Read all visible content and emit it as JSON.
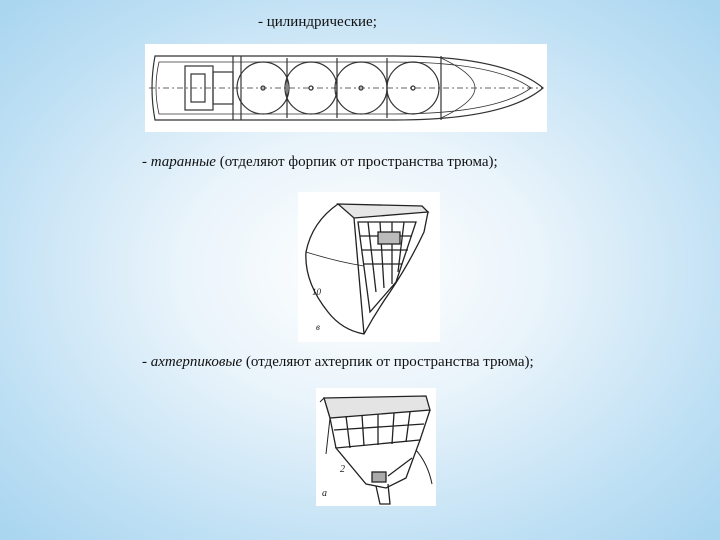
{
  "slide": {
    "line1": "- цилиндрические;",
    "line2": {
      "prefix": "- ",
      "term": "таранные",
      "rest": " (отделяют форпик от пространства трюма);"
    },
    "line3": {
      "prefix": "- ",
      "term": "ахтерпиковые",
      "rest": " (отделяют ахтерпик от пространства трюма);"
    },
    "fig2_labels": {
      "number": "10",
      "letter": "в"
    },
    "fig3_labels": {
      "number": "2",
      "letter": "а"
    }
  }
}
